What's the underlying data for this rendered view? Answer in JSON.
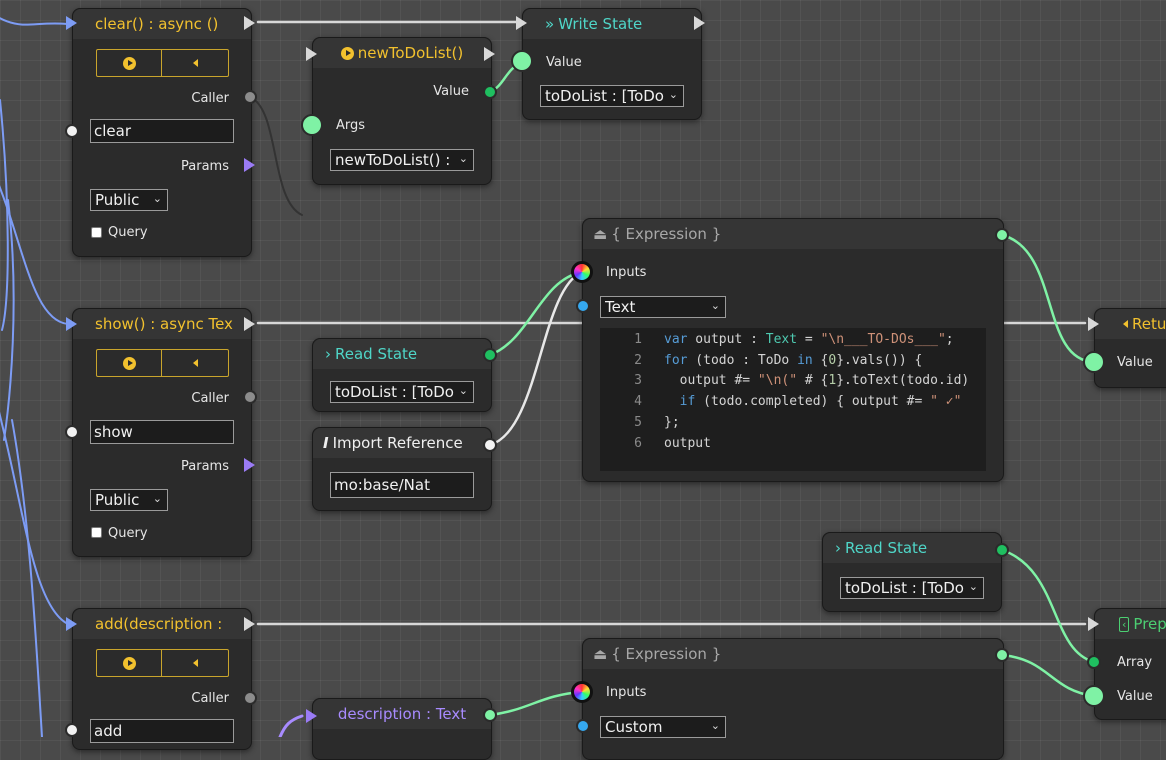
{
  "nodes": {
    "clear_fn": {
      "title": "clear() : async ()",
      "caller_label": "Caller",
      "name_value": "clear",
      "params_label": "Params",
      "visibility": "Public",
      "query_label": "Query"
    },
    "show_fn": {
      "title": "show() : async Tex",
      "caller_label": "Caller",
      "name_value": "show",
      "params_label": "Params",
      "visibility": "Public",
      "query_label": "Query"
    },
    "add_fn": {
      "title": "add(description : ",
      "caller_label": "Caller",
      "name_value": "add"
    },
    "new_todo_list": {
      "title": "newToDoList()",
      "value_label": "Value",
      "args_label": "Args",
      "select_value": "newToDoList() : "
    },
    "write_state": {
      "title": "Write State",
      "value_label": "Value",
      "select_value": "toDoList : [ToDo"
    },
    "expression_1": {
      "title": "{ Expression }",
      "inputs_label": "Inputs",
      "type_value": "Text",
      "code_lines": [
        {
          "n": "1",
          "text": "var output : Text = \"\\n___TO-DOs___\";"
        },
        {
          "n": "2",
          "text": "for (todo : ToDo in {0}.vals()) {"
        },
        {
          "n": "3",
          "text": "  output #= \"\\n(\" # {1}.toText(todo.id)"
        },
        {
          "n": "4",
          "text": "  if (todo.completed) { output #= \" ✓\""
        },
        {
          "n": "5",
          "text": "};"
        },
        {
          "n": "6",
          "text": "output"
        }
      ]
    },
    "read_state_1": {
      "title": "Read State",
      "select_value": "toDoList : [ToDo"
    },
    "import_ref": {
      "title": "Import Reference",
      "value": "mo:base/Nat"
    },
    "return_node": {
      "title": "Retu",
      "value_label": "Value"
    },
    "read_state_2": {
      "title": "Read State",
      "select_value": "toDoList : [ToDo"
    },
    "prepend_node": {
      "title": "Prep",
      "array_label": "Array",
      "value_label": "Value"
    },
    "expression_2": {
      "title": "{ Expression }",
      "inputs_label": "Inputs",
      "type_value": "Custom"
    },
    "description_param": {
      "title": "description : Text"
    }
  },
  "colors": {
    "canvas": "#4a4a4a",
    "node_bg": "#2b2b2b",
    "function_accent": "#f2c12e",
    "state_accent": "#4fd6c8",
    "param_accent": "#a88bff",
    "value_pin": "#7ff2a5",
    "flow_wire": "#7d9cf5"
  }
}
